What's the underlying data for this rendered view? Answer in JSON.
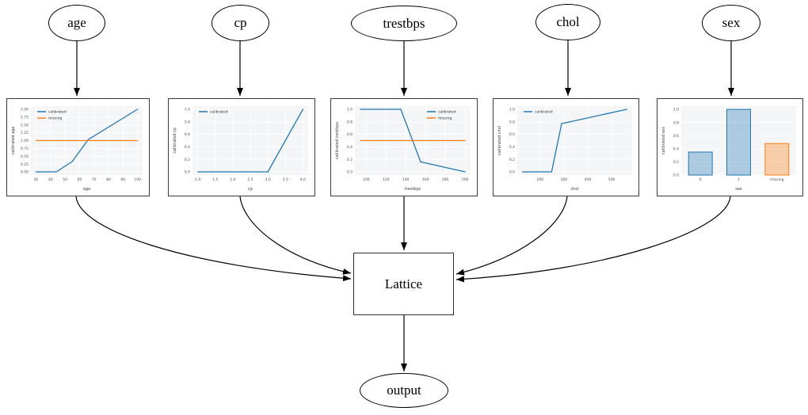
{
  "colors": {
    "calibrated": "#1f77b4",
    "missing": "#ff7f0e",
    "edge": "#000000"
  },
  "nodes": {
    "inputs": [
      {
        "label": "age"
      },
      {
        "label": "cp"
      },
      {
        "label": "trestbps"
      },
      {
        "label": "chol"
      },
      {
        "label": "sex"
      }
    ],
    "lattice": {
      "label": "Lattice"
    },
    "output": {
      "label": "output"
    }
  },
  "chart_data": [
    {
      "type": "line",
      "feature": "age",
      "title": "",
      "xlabel": "age",
      "ylabel": "calibrated age",
      "xlim": [
        26.5,
        103.5
      ],
      "ylim": [
        -0.1,
        2.1
      ],
      "xticks": [
        30,
        40,
        50,
        60,
        70,
        80,
        90,
        100
      ],
      "xtick_labels": [
        "30",
        "40",
        "50",
        "60",
        "70",
        "80",
        "90",
        "100"
      ],
      "yticks": [
        0,
        0.25,
        0.5,
        0.75,
        1.0,
        1.25,
        1.5,
        1.75,
        2.0
      ],
      "ytick_labels": [
        "0.00",
        "0.25",
        "0.50",
        "0.75",
        "1.00",
        "1.25",
        "1.50",
        "1.75",
        "2.00"
      ],
      "grid": true,
      "legend": {
        "loc": "upper-left",
        "entries": [
          {
            "label": "calibrated",
            "color": "calibrated"
          },
          {
            "label": "missing",
            "color": "missing"
          }
        ]
      },
      "series": [
        {
          "name": "calibrated",
          "color": "calibrated",
          "points": [
            [
              30,
              0
            ],
            [
              44,
              0
            ],
            [
              55,
              0.33
            ],
            [
              66,
              1.03
            ],
            [
              100,
              2.0
            ]
          ]
        },
        {
          "name": "missing",
          "color": "missing",
          "points": [
            [
              30,
              1.0
            ],
            [
              100,
              1.0
            ]
          ]
        }
      ]
    },
    {
      "type": "line",
      "feature": "cp",
      "title": "",
      "xlabel": "cp",
      "ylabel": "calibrated cp",
      "xlim": [
        0.85,
        4.15
      ],
      "ylim": [
        -0.05,
        1.05
      ],
      "xticks": [
        1.0,
        1.5,
        2.0,
        2.5,
        3.0,
        3.5,
        4.0
      ],
      "xtick_labels": [
        "1.0",
        "1.5",
        "2.0",
        "2.5",
        "3.0",
        "3.5",
        "4.0"
      ],
      "yticks": [
        0,
        0.2,
        0.4,
        0.6,
        0.8,
        1.0
      ],
      "ytick_labels": [
        "0.0",
        "0.2",
        "0.4",
        "0.6",
        "0.8",
        "1.0"
      ],
      "grid": true,
      "legend": {
        "loc": "upper-left",
        "entries": [
          {
            "label": "calibrated",
            "color": "calibrated"
          }
        ]
      },
      "series": [
        {
          "name": "calibrated",
          "color": "calibrated",
          "points": [
            [
              1,
              0
            ],
            [
              3,
              0
            ],
            [
              4,
              1.0
            ]
          ]
        }
      ]
    },
    {
      "type": "line",
      "feature": "trestbps",
      "title": "",
      "xlabel": "trestbps",
      "ylabel": "calibrated trestbps",
      "xlim": [
        88.5,
        205.5
      ],
      "ylim": [
        -0.05,
        1.05
      ],
      "xticks": [
        100,
        120,
        140,
        160,
        180,
        200
      ],
      "xtick_labels": [
        "100",
        "120",
        "140",
        "160",
        "180",
        "200"
      ],
      "yticks": [
        0,
        0.2,
        0.4,
        0.6,
        0.8,
        1.0
      ],
      "ytick_labels": [
        "0.0",
        "0.2",
        "0.4",
        "0.6",
        "0.8",
        "1.0"
      ],
      "grid": true,
      "legend": {
        "loc": "upper-right",
        "entries": [
          {
            "label": "calibrated",
            "color": "calibrated"
          },
          {
            "label": "missing",
            "color": "missing"
          }
        ]
      },
      "series": [
        {
          "name": "calibrated",
          "color": "calibrated",
          "points": [
            [
              94,
              1.0
            ],
            [
              135,
              1.0
            ],
            [
              155,
              0.16
            ],
            [
              200,
              0.0
            ]
          ]
        },
        {
          "name": "missing",
          "color": "missing",
          "points": [
            [
              94,
              0.5
            ],
            [
              200,
              0.5
            ]
          ]
        }
      ]
    },
    {
      "type": "line",
      "feature": "chol",
      "title": "",
      "xlabel": "chol",
      "ylabel": "calibrated chol",
      "xlim": [
        104,
        586
      ],
      "ylim": [
        -0.05,
        1.05
      ],
      "xticks": [
        200,
        300,
        400,
        500
      ],
      "xtick_labels": [
        "200",
        "300",
        "400",
        "500"
      ],
      "yticks": [
        0,
        0.2,
        0.4,
        0.6,
        0.8,
        1.0
      ],
      "ytick_labels": [
        "0.0",
        "0.2",
        "0.4",
        "0.6",
        "0.8",
        "1.0"
      ],
      "grid": true,
      "legend": {
        "loc": "upper-left",
        "entries": [
          {
            "label": "calibrated",
            "color": "calibrated"
          }
        ]
      },
      "series": [
        {
          "name": "calibrated",
          "color": "calibrated",
          "points": [
            [
              126,
              0
            ],
            [
              248,
              0
            ],
            [
              290,
              0.77
            ],
            [
              564,
              1.0
            ]
          ]
        }
      ]
    },
    {
      "type": "bar",
      "feature": "sex",
      "title": "",
      "xlabel": "sex",
      "ylabel": "calibrated sex",
      "ylim": [
        0,
        1.05
      ],
      "yticks": [
        0,
        0.2,
        0.4,
        0.6,
        0.8,
        1.0
      ],
      "ytick_labels": [
        "0.0",
        "0.2",
        "0.4",
        "0.6",
        "0.8",
        "1.0"
      ],
      "grid": true,
      "categories": [
        "0",
        "1",
        "missing"
      ],
      "values": [
        0.35,
        1.0,
        0.48
      ],
      "bar_colors": [
        "calibrated",
        "calibrated",
        "missing"
      ]
    }
  ]
}
